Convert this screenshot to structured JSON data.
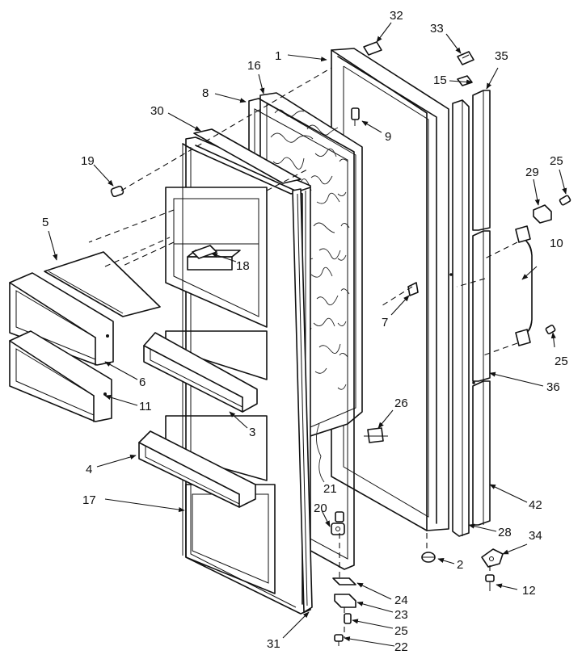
{
  "callouts": [
    "1",
    "2",
    "3",
    "4",
    "5",
    "6",
    "7",
    "8",
    "9",
    "10",
    "11",
    "12",
    "15",
    "16",
    "17",
    "18",
    "19",
    "20",
    "21",
    "22",
    "23",
    "24",
    "25",
    "25",
    "25",
    "26",
    "28",
    "29",
    "30",
    "31",
    "32",
    "33",
    "34",
    "35",
    "36",
    "42"
  ]
}
